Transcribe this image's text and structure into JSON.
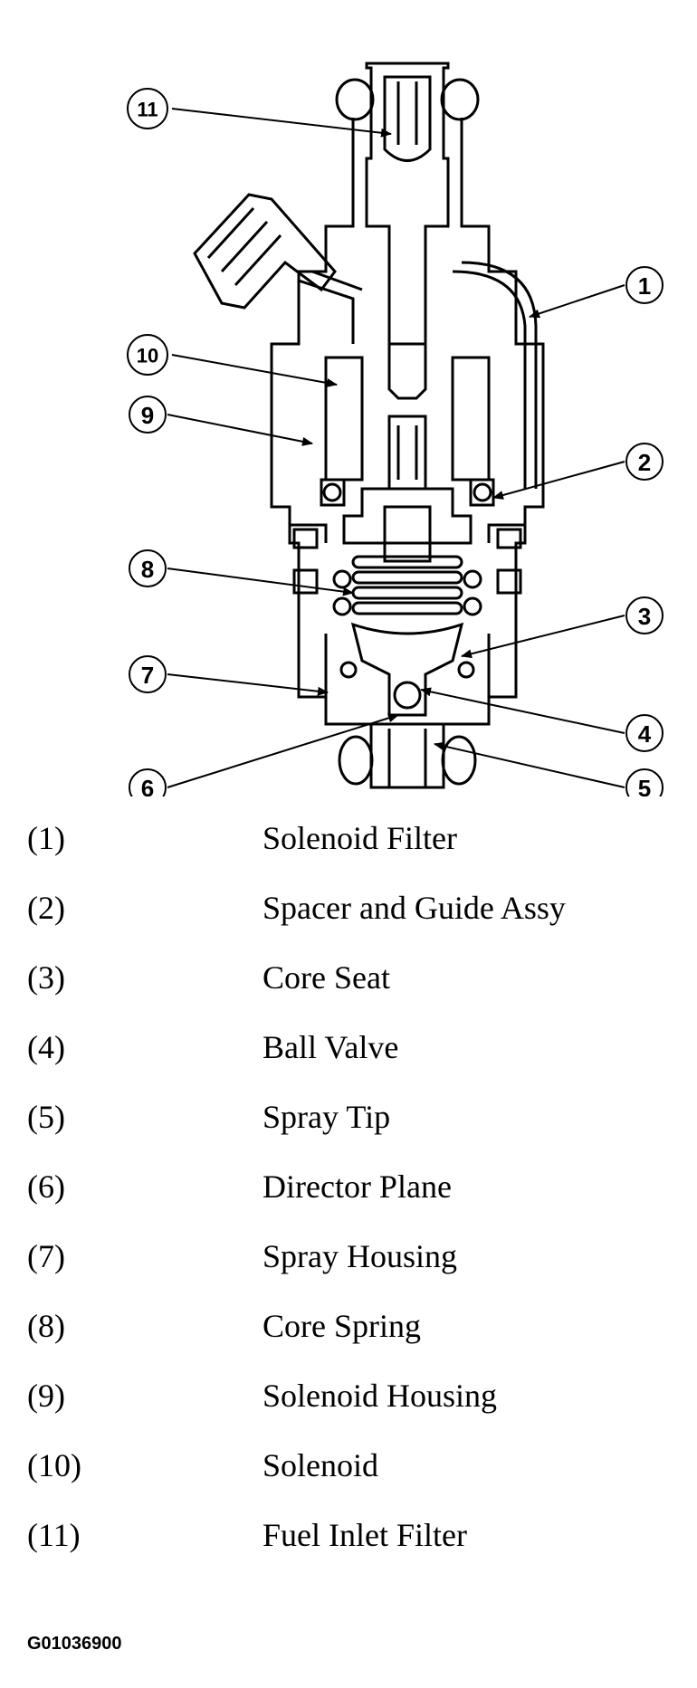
{
  "diagram": {
    "callouts": [
      "1",
      "2",
      "3",
      "4",
      "5",
      "6",
      "7",
      "8",
      "9",
      "10",
      "11"
    ]
  },
  "legend": [
    {
      "number": "(1)",
      "name": "Solenoid Filter"
    },
    {
      "number": "(2)",
      "name": "Spacer and Guide Assy"
    },
    {
      "number": "(3)",
      "name": "Core Seat"
    },
    {
      "number": "(4)",
      "name": "Ball Valve"
    },
    {
      "number": "(5)",
      "name": "Spray Tip"
    },
    {
      "number": "(6)",
      "name": "Director Plane"
    },
    {
      "number": "(7)",
      "name": "Spray Housing"
    },
    {
      "number": "(8)",
      "name": "Core Spring"
    },
    {
      "number": "(9)",
      "name": "Solenoid Housing"
    },
    {
      "number": "(10)",
      "name": "Solenoid"
    },
    {
      "number": "(11)",
      "name": "Fuel Inlet Filter"
    }
  ],
  "figure_code": "G01036900"
}
